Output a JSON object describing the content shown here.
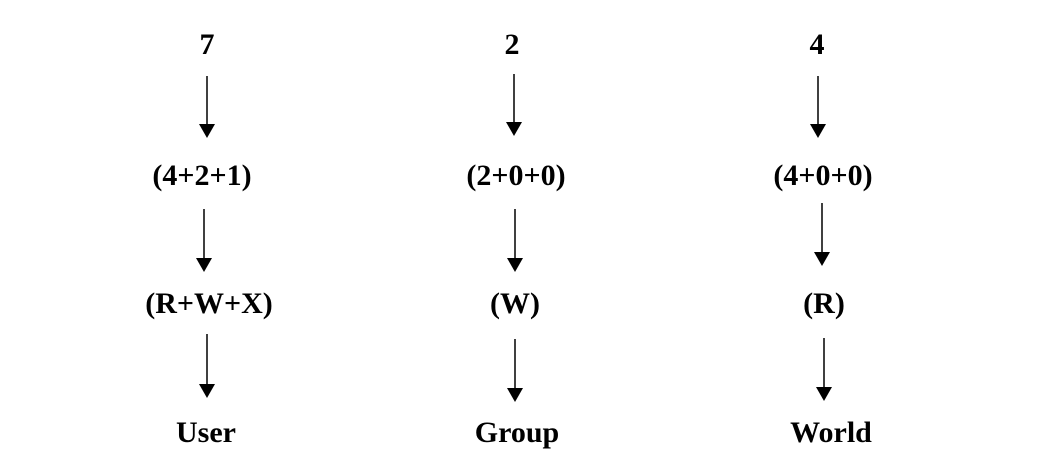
{
  "columns": [
    {
      "digit": "7",
      "sum": "(4+2+1)",
      "perms": "(R+W+X)",
      "role": "User"
    },
    {
      "digit": "2",
      "sum": "(2+0+0)",
      "perms": "(W)",
      "role": "Group"
    },
    {
      "digit": "4",
      "sum": "(4+0+0)",
      "perms": "(R)",
      "role": "World"
    }
  ],
  "colors": {
    "text": "#000000",
    "background": "#ffffff",
    "arrow": "#000000"
  }
}
